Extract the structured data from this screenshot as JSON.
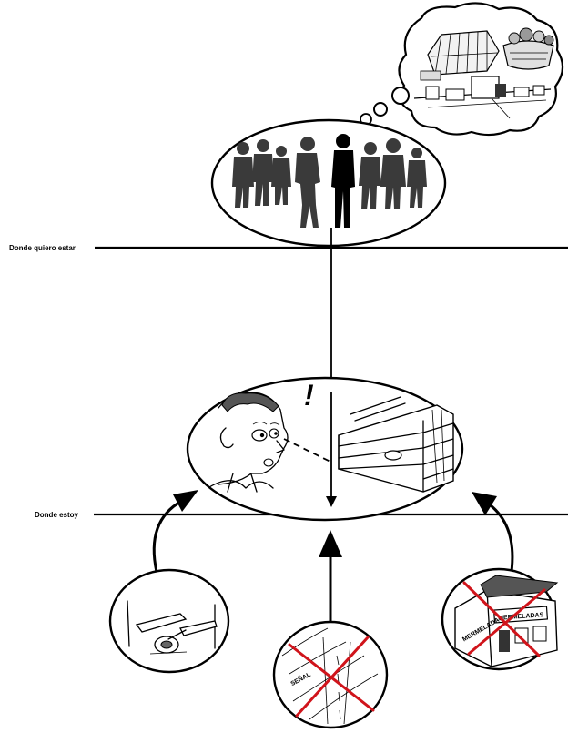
{
  "labels": {
    "where_i_want": "Donde quiero estar",
    "where_i_am": "Donde estoy"
  },
  "signs": {
    "shop_front": "MERMELADAS",
    "shop_side": "MERMELADAS",
    "road": "SEÑAL"
  },
  "exclamation": "!",
  "colors": {
    "ink": "#000000",
    "silhouette": "#3a3a3a",
    "cross": "#d0141b",
    "background": "#ffffff"
  },
  "icons": [
    "group-silhouettes-icon",
    "thought-bubble-icon",
    "greenhouse-icon",
    "fruit-basket-icon",
    "town-icon",
    "surprised-man-icon",
    "empty-shelves-icon",
    "broken-lever-icon",
    "crossed-road-icon",
    "crossed-shop-icon"
  ]
}
